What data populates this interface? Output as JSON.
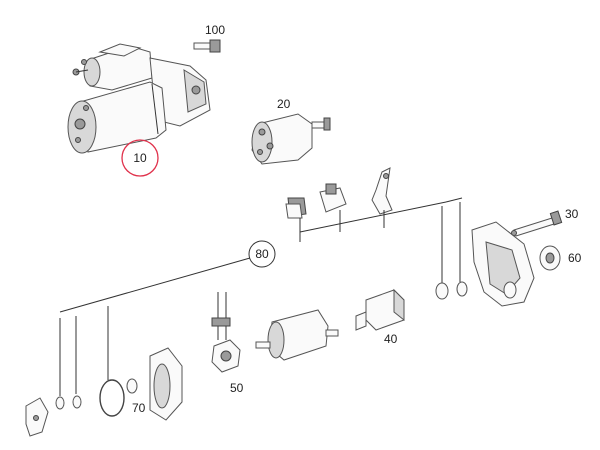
{
  "callouts": {
    "c10": "10",
    "c20": "20",
    "c30": "30",
    "c40": "40",
    "c50": "50",
    "c60": "60",
    "c70": "70",
    "c80": "80",
    "c100": "100"
  },
  "colors": {
    "highlight": "#e0314b",
    "line": "#333333"
  }
}
